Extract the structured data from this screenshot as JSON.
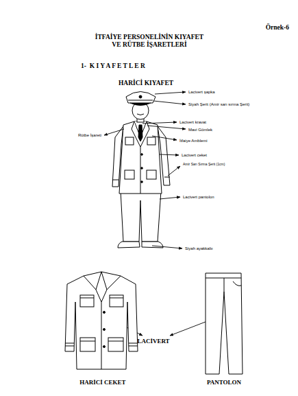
{
  "diagram": {
    "title": "İTFAİYE PERSONELİNİN KIYAFET VE RÜTBE İŞARETLERİ",
    "labels": [
      "Örnek-6",
      "1-  K I Y A F E T L E R",
      "HARİCİ KIYAFET",
      "Lacivert şapka",
      "Siyah Şerit (Amir sarı sırma Şerit)",
      "Lacivert kravat",
      "Mavi Gömlek",
      "Rütbe İşareti",
      "İtfaiye Amblemi",
      "Lacivert ceket",
      "Amir Sarı Sırma Şerit (1cm)",
      "Lacivert pantolon",
      "Siyah ayakkabı",
      "LACİVERT",
      "HARİCİ CEKET",
      "PANTOLON"
    ]
  }
}
